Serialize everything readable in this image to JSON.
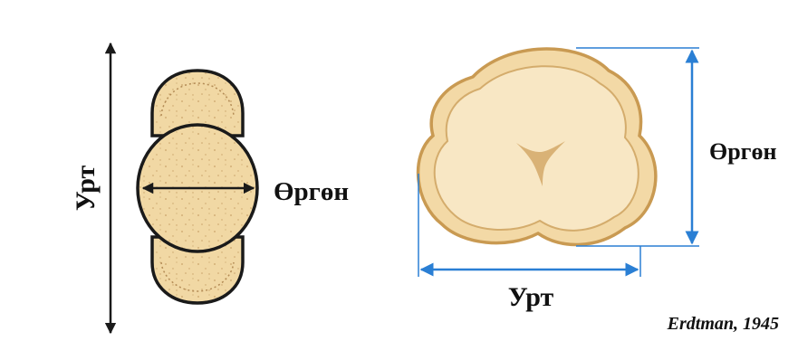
{
  "left_panel": {
    "length_label": "Урт",
    "width_label": "Өргөн"
  },
  "right_panel": {
    "width_label": "Өргөн",
    "length_label": "Урт"
  },
  "citation": "Erdtman, 1945",
  "colors": {
    "grain_fill": "#f1d8a4",
    "grain_fill_light": "#f8e6c0",
    "grain_outline": "#1a1a1a",
    "pollen_rim": "#c99a52",
    "measure_blue": "#2a7fd4",
    "arrow_black": "#1a1a1a"
  }
}
